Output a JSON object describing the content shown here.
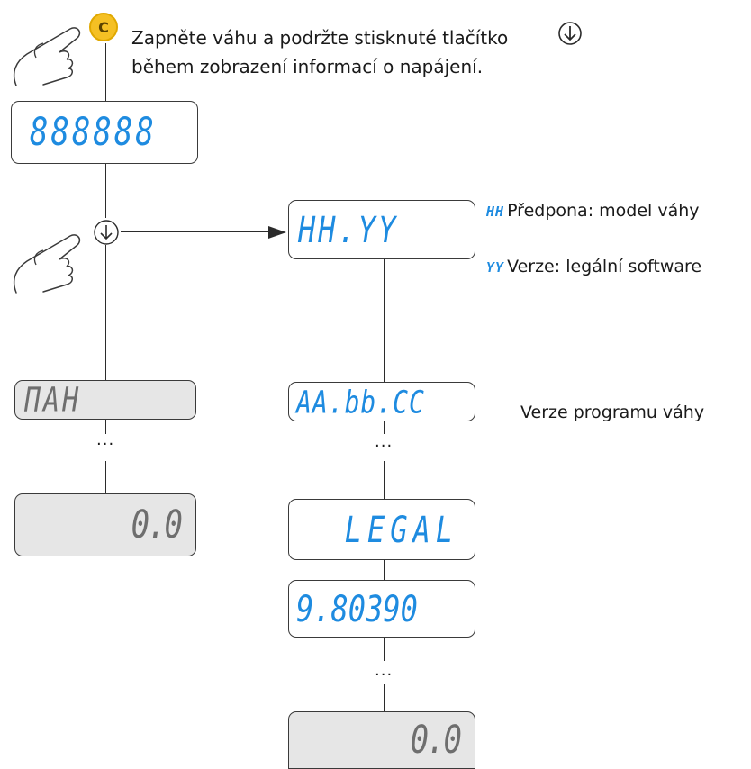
{
  "instruction": {
    "line1": "Zapněte váhu a podržte stisknuté tlačítko",
    "line2": "během zobrazení informací o napájení."
  },
  "c_key_label": "C",
  "displays": {
    "initial": "888888",
    "hh_yy": "HH.YY",
    "nah": "ПAH",
    "zero_left": "0.0",
    "version": "AA.bb.CC",
    "legal": "LEGAL",
    "gravity": "9.80390",
    "zero_right": "0.0"
  },
  "legend": {
    "hh_key": "HH",
    "hh_text": "Předpona: model váhy",
    "yy_key": "YY",
    "yy_text": "Verze: legální software"
  },
  "version_caption": "Verze programu váhy",
  "ellipsis": "..."
}
